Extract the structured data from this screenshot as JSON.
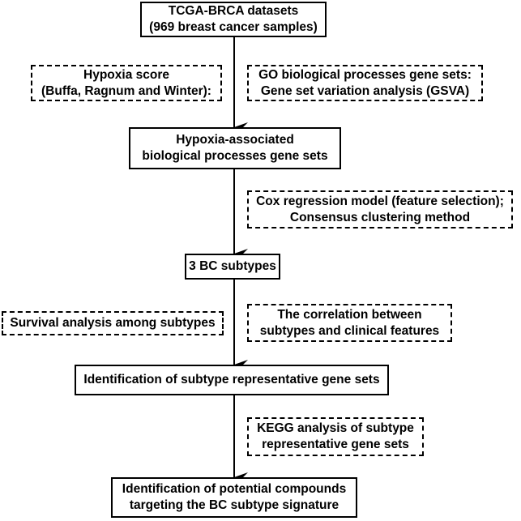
{
  "flow": {
    "dataset": {
      "line1": "TCGA-BRCA datasets",
      "line2": "(969 breast cancer samples)"
    },
    "hypoxia_score": {
      "line1": "Hypoxia score",
      "line2": "(Buffa, Ragnum and Winter):"
    },
    "gsva": {
      "line1": "GO biological processes gene sets:",
      "line2": "Gene set variation analysis (GSVA)"
    },
    "hypoxia_sets": {
      "line1": "Hypoxia-associated",
      "line2": "biological processes gene sets"
    },
    "cox": {
      "line1": "Cox regression model (feature selection);",
      "line2": "Consensus clustering method"
    },
    "subtypes": {
      "line1": "3 BC subtypes"
    },
    "survival": {
      "line1": "Survival analysis among subtypes"
    },
    "correlation": {
      "line1": "The correlation between",
      "line2": "subtypes and clinical features"
    },
    "representative": {
      "line1": "Identification of subtype representative gene sets"
    },
    "kegg": {
      "line1": "KEGG analysis of subtype",
      "line2": "representative gene sets"
    },
    "compounds": {
      "line1": "Identification of potential compounds",
      "line2": "targeting the BC subtype signature"
    }
  }
}
